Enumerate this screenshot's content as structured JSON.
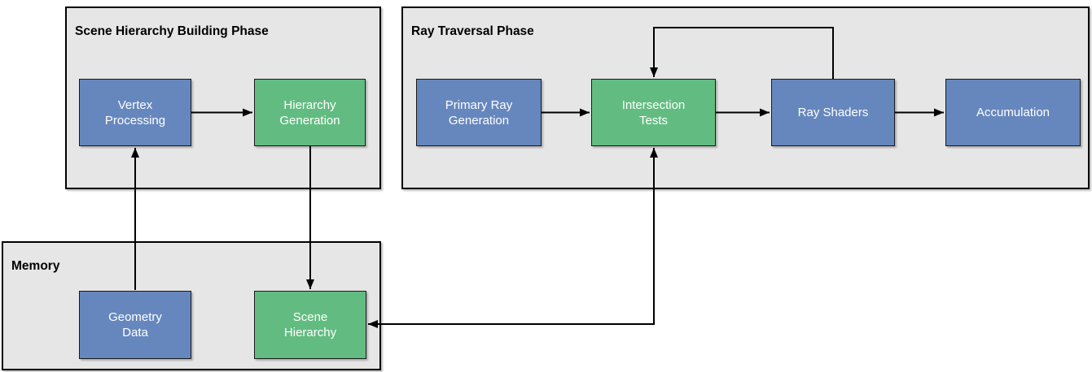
{
  "diagram": {
    "containers": [
      {
        "title": "Scene Hierarchy Building Phase"
      },
      {
        "title": "Ray Traversal Phase"
      },
      {
        "title": "Memory"
      }
    ],
    "nodes": [
      {
        "label": "Vertex\nProcessing",
        "container": "Scene Hierarchy Building Phase",
        "color": "blue"
      },
      {
        "label": "Hierarchy\nGeneration",
        "container": "Scene Hierarchy Building Phase",
        "color": "green"
      },
      {
        "label": "Primary Ray\nGeneration",
        "container": "Ray Traversal Phase",
        "color": "blue"
      },
      {
        "label": "Intersection\nTests",
        "container": "Ray Traversal Phase",
        "color": "green"
      },
      {
        "label": "Ray Shaders",
        "container": "Ray Traversal Phase",
        "color": "blue"
      },
      {
        "label": "Accumulation",
        "container": "Ray Traversal Phase",
        "color": "blue"
      },
      {
        "label": "Geometry\nData",
        "container": "Memory",
        "color": "blue"
      },
      {
        "label": "Scene\nHierarchy",
        "container": "Memory",
        "color": "green"
      }
    ],
    "edges": [
      {
        "from": "Vertex Processing",
        "to": "Hierarchy Generation",
        "style": "straight"
      },
      {
        "from": "Geometry Data",
        "to": "Vertex Processing",
        "style": "straight"
      },
      {
        "from": "Hierarchy Generation",
        "to": "Scene Hierarchy",
        "style": "straight"
      },
      {
        "from": "Primary Ray Generation",
        "to": "Intersection Tests",
        "style": "straight"
      },
      {
        "from": "Intersection Tests",
        "to": "Ray Shaders",
        "style": "straight"
      },
      {
        "from": "Ray Shaders",
        "to": "Accumulation",
        "style": "straight"
      },
      {
        "from": "Ray Shaders",
        "to": "Intersection Tests",
        "style": "feedback-loop-over-top"
      },
      {
        "from": "Intersection Tests",
        "to": "Scene Hierarchy",
        "style": "orthogonal",
        "bidirectional": true
      }
    ],
    "colors": {
      "node_blue": "#6687bd",
      "node_green": "#62bc81",
      "container_fill": "#e6e6e6",
      "border": "#000000",
      "node_text": "#ffffff",
      "canvas_bg": "#ffffff",
      "arrow": "#000000"
    }
  }
}
